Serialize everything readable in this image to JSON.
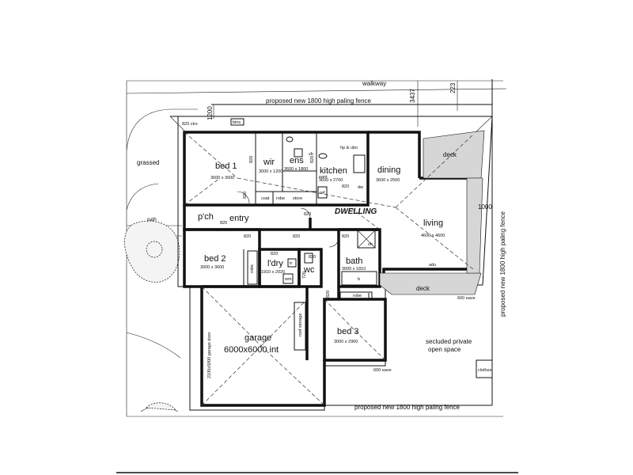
{
  "site": {
    "walkway": "walkway",
    "fence_top": "proposed new 1800 high paling fence",
    "fence_bottom": "proposed new 1800 high paling fence",
    "fence_right": "proposed new 1800 high paling fence",
    "grassed": "grassed",
    "path": "path",
    "open_space_line1": "secluded private",
    "open_space_line2": "open space",
    "clothes": "clothes"
  },
  "dimensions": {
    "d_3437": "3437",
    "d_223": "223",
    "d_1200": "1200",
    "d_1000": "1000",
    "d_820_top": "820 ctrs",
    "d_820_a": "820",
    "d_820_b": "820",
    "d_820_c": "820",
    "d_820_d": "820",
    "d_820_e": "820",
    "d_820_f": "820",
    "d_820_g": "820",
    "d_820_h": "820",
    "d_820_i": "820",
    "d_820_j": "820",
    "d_820_k": "820",
    "d_820_l": "820",
    "d_600_eave": "600 eave",
    "d_600_eave2": "600 eave",
    "d_720": "720",
    "garage_door": "2100x5000 garage door"
  },
  "dwelling_title": "DWELLING",
  "rooms": {
    "bed1": {
      "name": "bed 1",
      "size": "3600 x 3600"
    },
    "wir": {
      "name": "wir",
      "size": "3000 x 1200"
    },
    "ens": {
      "name": "ens",
      "size": "3600 x 1800"
    },
    "kitchen": {
      "name": "kitchen",
      "size": "3600 x 2700"
    },
    "dining": {
      "name": "dining",
      "size": "3600 x 2500"
    },
    "living": {
      "name": "living",
      "size": "4600 x 4600"
    },
    "bed2": {
      "name": "bed 2",
      "size": "3000 x 3600"
    },
    "ldry": {
      "name": "l'dry",
      "size": "1910 x 2020"
    },
    "wc": {
      "name": "wc",
      "size": ""
    },
    "bath": {
      "name": "bath",
      "size": "3000 x 1810"
    },
    "bed3": {
      "name": "bed 3",
      "size": "3000 x 2900"
    },
    "garage": {
      "name": "garage",
      "size": "6000x6000 int"
    },
    "porch": {
      "name": "p'ch",
      "size": ""
    },
    "entry": {
      "name": "entry",
      "size": ""
    },
    "deck_top": {
      "name": "deck",
      "size": ""
    },
    "deck_bottom": {
      "name": "deck",
      "size": ""
    }
  },
  "fixtures": {
    "bins": "bins",
    "coat": "coat",
    "store": "store",
    "ref": "ref",
    "robe1": "robe",
    "robe2": "robe",
    "robe3": "robe",
    "hp_ubo": "hp & ubo",
    "vb": "vb",
    "sh": "sh",
    "pant": "pant",
    "dw": "dw",
    "adu": "adu",
    "b": "b",
    "wm": "wm",
    "trough": "tr",
    "roof_storage": "roof storage"
  }
}
